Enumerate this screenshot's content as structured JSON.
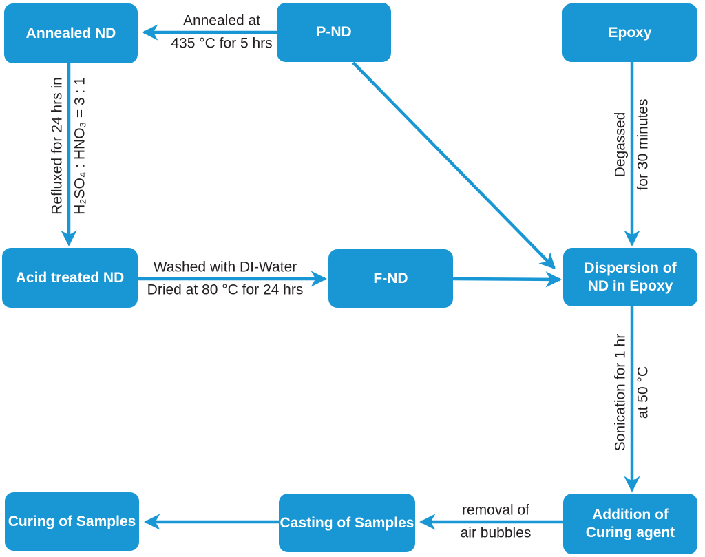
{
  "colors": {
    "accent": "#1897d4",
    "box_text": "#ffffff",
    "label_text": "#231f20",
    "background": "#ffffff"
  },
  "nodes": {
    "annealed_nd": {
      "line1": "Annealed ND"
    },
    "p_nd": {
      "line1": "P-ND"
    },
    "epoxy": {
      "line1": "Epoxy"
    },
    "acid_treated_nd": {
      "line1": "Acid treated ND"
    },
    "f_nd": {
      "line1": "F-ND"
    },
    "dispersion": {
      "line1": "Dispersion of",
      "line2": "ND in Epoxy"
    },
    "curing_samples": {
      "line1": "Curing of Samples"
    },
    "casting_samples": {
      "line1": "Casting of Samples"
    },
    "addition_curing": {
      "line1": "Addition of",
      "line2": "Curing agent"
    }
  },
  "edge_labels": {
    "annealing": {
      "line1": "Annealed at",
      "line2": "435 °C for 5 hrs"
    },
    "reflux": {
      "line1": "Refluxed for 24 hrs in",
      "line2": "H₂SO₄ : HNO₃ = 3 : 1"
    },
    "washing": {
      "line1": "Washed with DI-Water",
      "line2": "Dried at 80 °C for 24 hrs"
    },
    "degassing": {
      "line1": "Degassed",
      "line2": "for 30 minutes"
    },
    "sonication": {
      "line1": "Sonication for 1 hr",
      "line2": "at 50 °C"
    },
    "air_removal": {
      "line1": "removal of",
      "line2": "air bubbles"
    }
  },
  "edges": [
    {
      "from": "p_nd",
      "to": "annealed_nd",
      "label": "annealing"
    },
    {
      "from": "annealed_nd",
      "to": "acid_treated_nd",
      "label": "reflux"
    },
    {
      "from": "acid_treated_nd",
      "to": "f_nd",
      "label": "washing"
    },
    {
      "from": "f_nd",
      "to": "dispersion",
      "label": ""
    },
    {
      "from": "p_nd",
      "to": "dispersion",
      "label": ""
    },
    {
      "from": "epoxy",
      "to": "dispersion",
      "label": "degassing"
    },
    {
      "from": "dispersion",
      "to": "addition_curing",
      "label": "sonication"
    },
    {
      "from": "addition_curing",
      "to": "casting_samples",
      "label": "air_removal"
    },
    {
      "from": "casting_samples",
      "to": "curing_samples",
      "label": ""
    }
  ]
}
